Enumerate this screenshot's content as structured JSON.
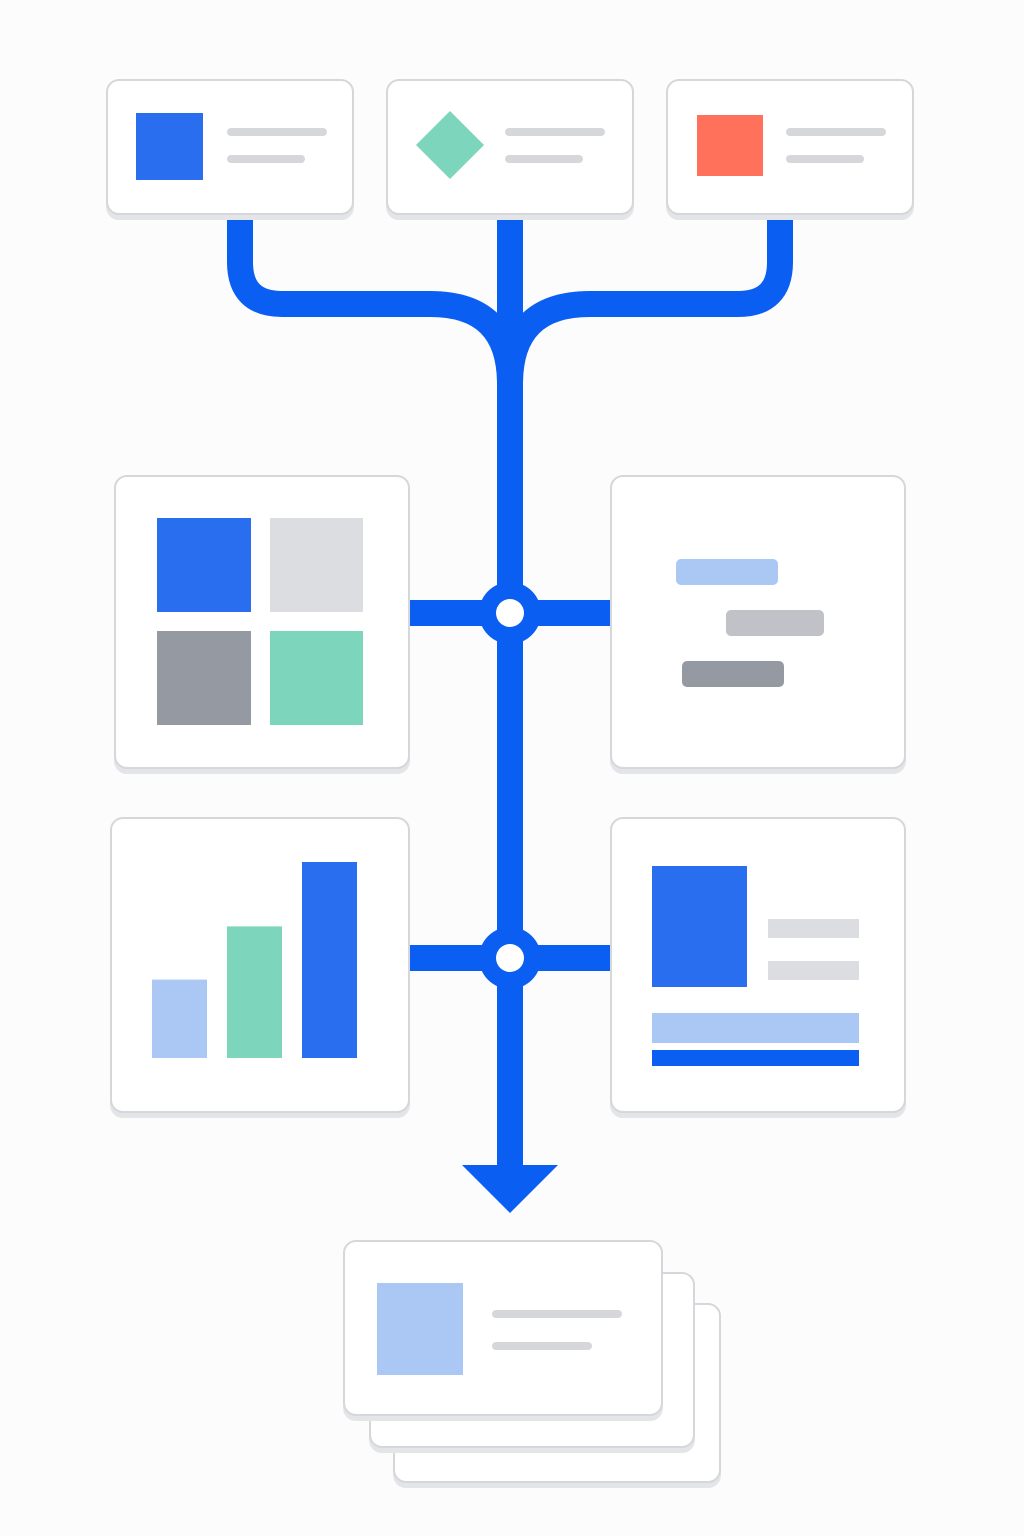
{
  "colors": {
    "background": "#fcfcfd",
    "card_fill": "#ffffff",
    "card_stroke": "#d6d7db",
    "card_shadow": "#e4e5e8",
    "connector": "#0a5ff2",
    "connector_dot": "#ffffff",
    "primary_blue": "#2a6ef0",
    "light_blue": "#abc8f5",
    "mint": "#7dd5bb",
    "coral": "#ff715b",
    "light_gray": "#dcdde0",
    "mid_gray": "#c0c2c7",
    "dark_gray": "#9599a2",
    "line_gray": "#d6d7db"
  },
  "diagram": {
    "type": "flow-merge",
    "sources": [
      {
        "name": "source-card-1",
        "icon": "square-icon",
        "icon_color": "#2a6ef0"
      },
      {
        "name": "source-card-2",
        "icon": "diamond-icon",
        "icon_color": "#7dd5bb"
      },
      {
        "name": "source-card-3",
        "icon": "square-icon",
        "icon_color": "#ff715b"
      }
    ],
    "panels": [
      {
        "name": "tile-grid-panel",
        "icon": "grid-icon"
      },
      {
        "name": "text-bars-panel",
        "icon": "text-lines-icon"
      },
      {
        "name": "bar-chart-panel",
        "icon": "bar-chart-icon"
      },
      {
        "name": "media-layout-panel",
        "icon": "layout-icon"
      }
    ],
    "bar_chart": {
      "values": [
        1.4,
        2.35,
        3.5
      ],
      "colors": [
        "#abc8f5",
        "#7dd5bb",
        "#2a6ef0"
      ]
    },
    "output": {
      "name": "output-card-stack",
      "stack_count": 3,
      "icon": "image-placeholder-icon"
    }
  }
}
